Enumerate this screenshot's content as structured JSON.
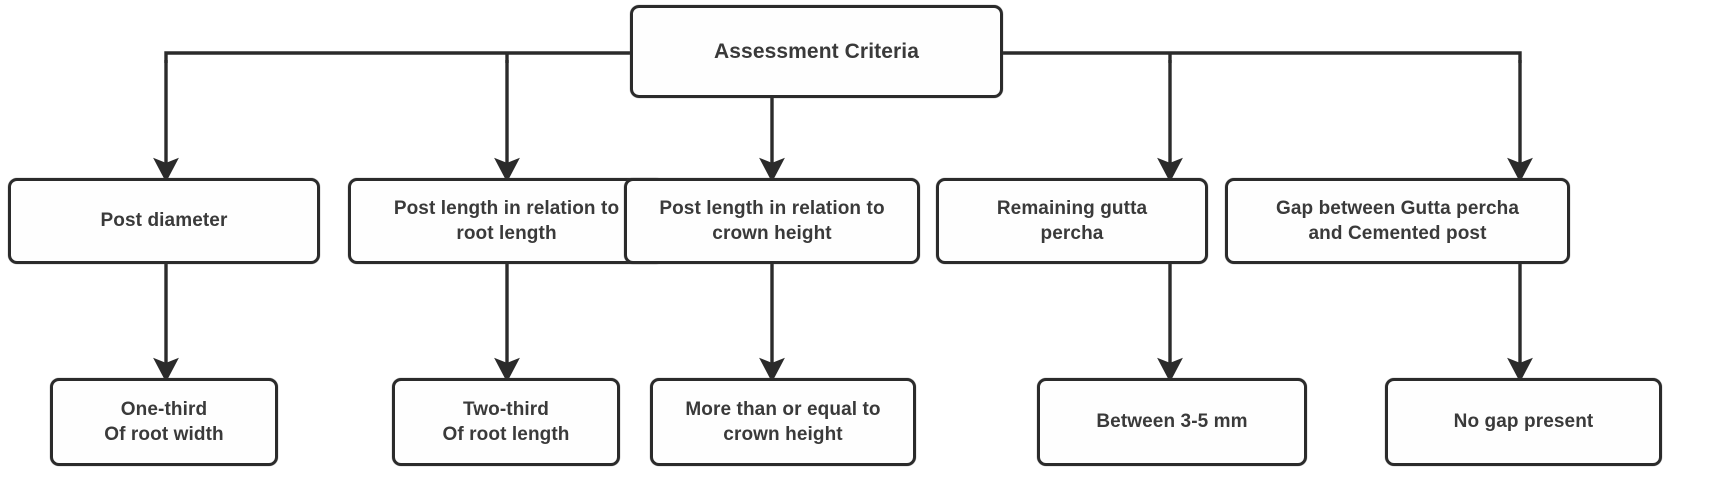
{
  "diagram": {
    "title": "Assessment Criteria",
    "type": "flowchart",
    "orientation": "top-down",
    "colors": {
      "box_border": "#2b2b2b",
      "box_fill": "#fefefe",
      "text": "#3a3a3a",
      "connector": "#2b2b2b",
      "background": "#ffffff"
    },
    "root": {
      "id": "assessment-criteria",
      "label": "Assessment Criteria"
    },
    "branches": [
      {
        "id": "post-diameter",
        "criterion": "Post diameter",
        "outcome": "One-third\nOf root width"
      },
      {
        "id": "post-length-root",
        "criterion": "Post length in relation to\nroot length",
        "outcome": "Two-third\nOf root length"
      },
      {
        "id": "post-length-crown",
        "criterion": "Post length in relation to\ncrown height",
        "outcome": "More than or equal to\ncrown height"
      },
      {
        "id": "remaining-gutta-percha",
        "criterion": "Remaining gutta\npercha",
        "outcome": "Between 3-5 mm"
      },
      {
        "id": "gap-gutta-post",
        "criterion": "Gap between Gutta percha\nand Cemented post",
        "outcome": "No gap present"
      }
    ]
  }
}
